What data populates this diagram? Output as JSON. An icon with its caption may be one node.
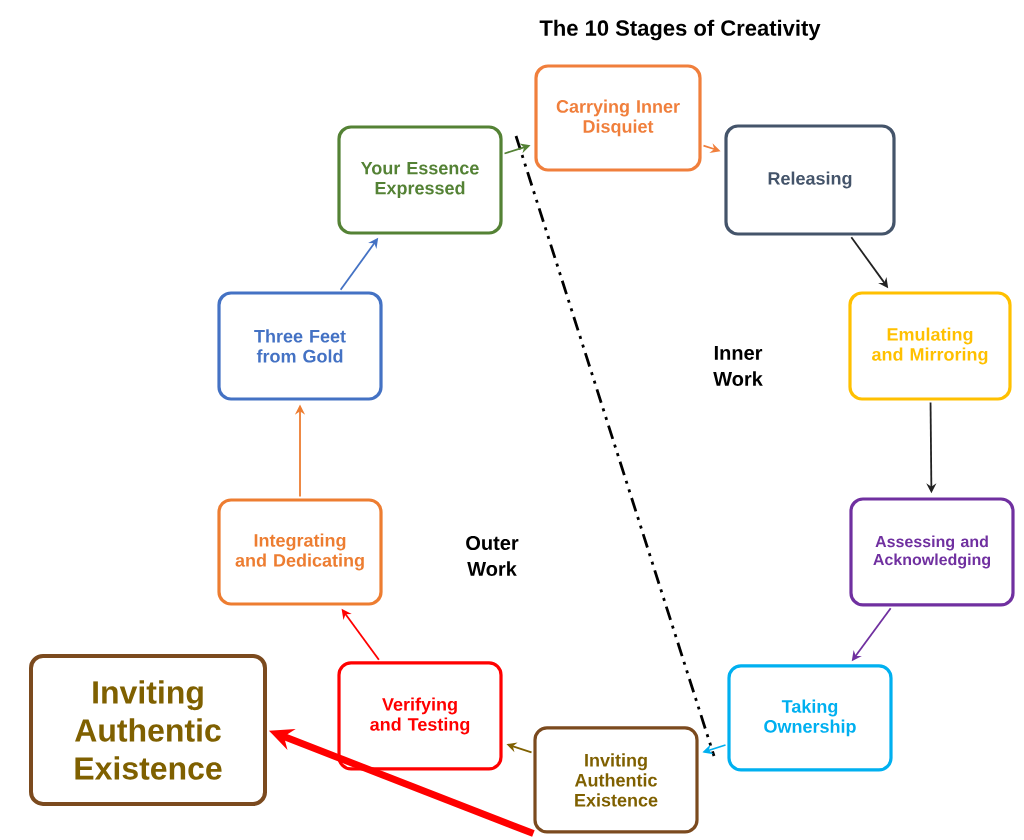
{
  "diagram": {
    "title": "The 10 Stages of Creativity",
    "nodes": [
      {
        "text": [
          "Carrying Inner Disquiet"
        ]
      },
      {
        "text": [
          "Releasing"
        ]
      },
      {
        "text": [
          "Emulating and Mirroring"
        ]
      },
      {
        "text": [
          "Assessing and Acknowledging"
        ]
      },
      {
        "text": [
          "Taking Ownership"
        ]
      },
      {
        "text": [
          "Inviting Authentic Existence"
        ]
      },
      {
        "text": [
          "Verifying and Testing"
        ]
      },
      {
        "text": [
          "Integrating and Dedicating"
        ]
      },
      {
        "text": [
          "Three Feet from Gold"
        ]
      },
      {
        "text": [
          "Your Essence Expressed"
        ]
      },
      {
        "text": [
          "Inviting Authentic Existence"
        ]
      }
    ],
    "edges": [
      {
        "from": 0,
        "to": 1,
        "arrow": "to",
        "color": "#f07f3c"
      },
      {
        "from": 1,
        "to": 2,
        "arrow": "to",
        "color": "#222222"
      },
      {
        "from": 2,
        "to": 3,
        "arrow": "to",
        "color": "#222222"
      },
      {
        "from": 3,
        "to": 4,
        "arrow": "to",
        "color": "#7030a0"
      },
      {
        "from": 4,
        "to": 5,
        "arrow": "to",
        "color": "#00b0f0"
      },
      {
        "from": 5,
        "to": 6,
        "arrow": "to",
        "color": "#7f6000"
      },
      {
        "from": 6,
        "to": 7,
        "arrow": "to",
        "color": "#ff0000"
      },
      {
        "from": 7,
        "to": 8,
        "arrow": "to",
        "color": "#ed7d31"
      },
      {
        "from": 8,
        "to": 9,
        "arrow": "to",
        "color": "#4472c4"
      },
      {
        "from": 9,
        "to": 0,
        "arrow": "to",
        "color": "#548235"
      },
      {
        "from": 5,
        "to": 10,
        "arrow": "to",
        "style": "thick",
        "color": "#ff0000"
      }
    ],
    "labels": [
      "Inner Work",
      "Outer Work"
    ]
  }
}
